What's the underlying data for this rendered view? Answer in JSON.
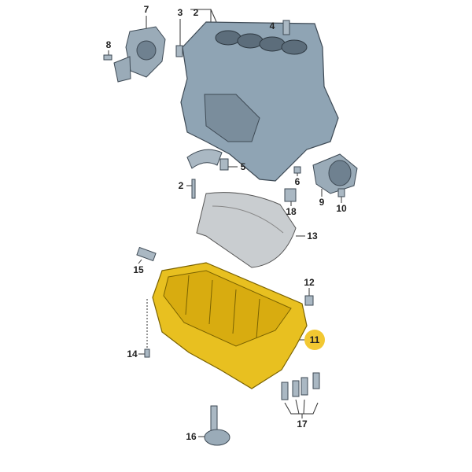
{
  "diagram": {
    "labels": {
      "l7": "7",
      "l3": "3",
      "l2a": "2",
      "l4": "4",
      "l8": "8",
      "l5": "5",
      "l6": "6",
      "l2b": "2",
      "l18": "18",
      "l9": "9",
      "l10": "10",
      "l13": "13",
      "l15": "15",
      "l12": "12",
      "l11": "11",
      "l14": "14",
      "l17": "17",
      "l16": "16"
    },
    "colors": {
      "highlight": "#f2c832",
      "block": "#8fa4b4",
      "pan": "#e8c020",
      "shield": "#c9cdd0",
      "lines": "#333333"
    }
  }
}
